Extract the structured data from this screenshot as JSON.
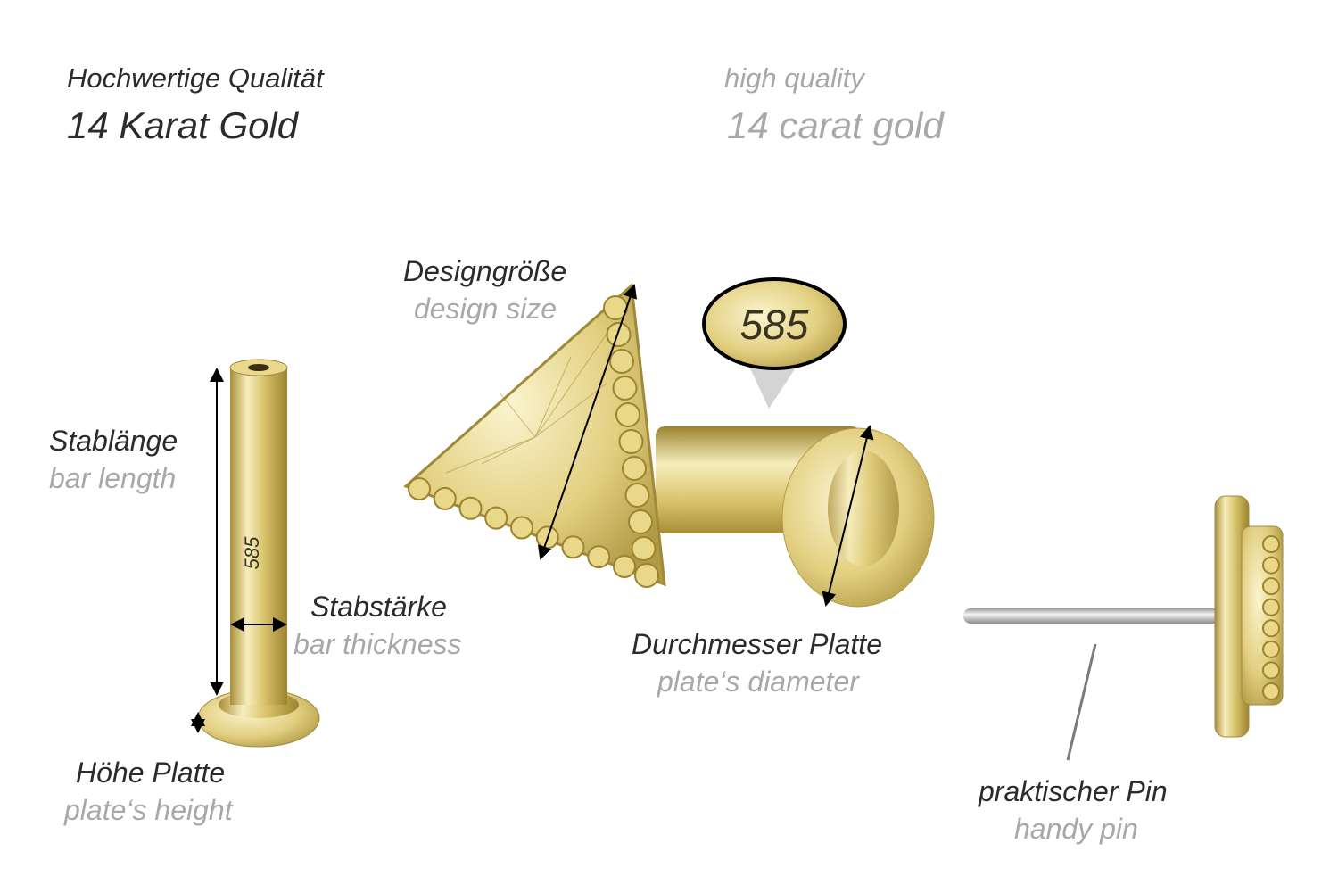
{
  "header": {
    "de_line1": "Hochwertige Qualität",
    "de_line2": "14 Karat Gold",
    "en_line1": "high quality",
    "en_line2": "14 carat gold"
  },
  "labels": {
    "design_size_de": "Designgröße",
    "design_size_en": "design size",
    "bar_length_de": "Stablänge",
    "bar_length_en": "bar length",
    "bar_thickness_de": "Stabstärke",
    "bar_thickness_en": "bar thickness",
    "plate_diameter_de": "Durchmesser Platte",
    "plate_diameter_en": "plate‘s diameter",
    "plate_height_de": "Höhe Platte",
    "plate_height_en": "plate‘s height",
    "pin_de": "praktischer Pin",
    "pin_en": "handy pin"
  },
  "badge": {
    "hallmark": "585"
  },
  "bar_engraving": "585",
  "colors": {
    "gold": "#d9c46a",
    "gold_light": "#f6ecb4",
    "gold_dark": "#9c8330",
    "silver": "#cfcfcf"
  }
}
